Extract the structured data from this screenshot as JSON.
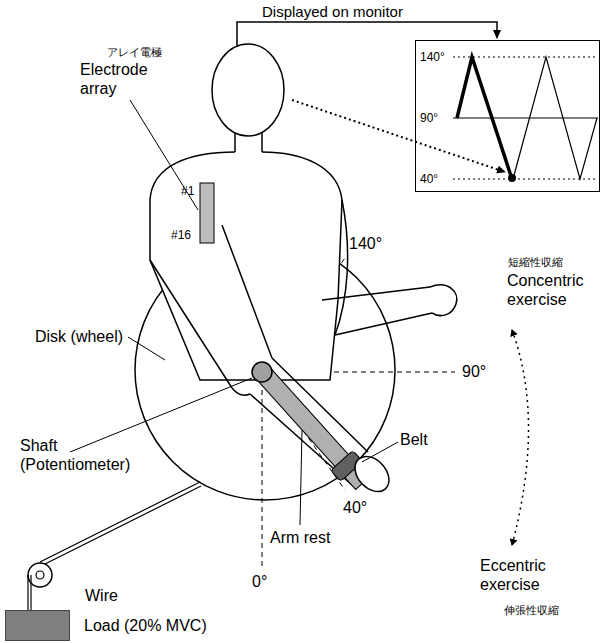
{
  "diagram": {
    "nodes": [
      {
        "text": [
          "140°",
          "90°",
          "40°"
        ]
      },
      {
        "text": [
          "Load (20% MVC)"
        ]
      }
    ],
    "labels": [
      "Displayed on monitor",
      "アレイ電極",
      "Electrode array",
      "#1",
      "#16",
      "140°",
      "短縮性収縮",
      "Concentric exercise",
      "Disk (wheel)",
      "90°",
      "Shaft (Potentiometer)",
      "Belt",
      "Wire",
      "Arm rest",
      "40°",
      "0°",
      "Eccentric exercise",
      "伸張性収縮"
    ]
  }
}
